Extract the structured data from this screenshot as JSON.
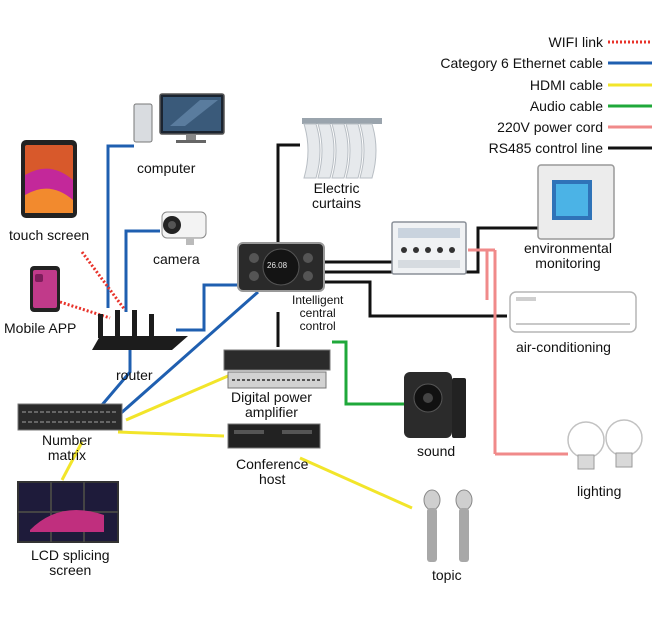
{
  "legend": [
    {
      "label": "WIFI link",
      "color": "#e8322a",
      "style": "dotted"
    },
    {
      "label": "Category 6 Ethernet cable",
      "color": "#1f5fb0",
      "style": "solid"
    },
    {
      "label": "HDMI cable",
      "color": "#f2e52a",
      "style": "solid"
    },
    {
      "label": "Audio cable",
      "color": "#1fa83a",
      "style": "solid"
    },
    {
      "label": "220V power cord",
      "color": "#f08a8a",
      "style": "solid"
    },
    {
      "label": "RS485 control line",
      "color": "#111111",
      "style": "solid"
    }
  ],
  "nodes": {
    "computer": "computer",
    "touch_screen": "touch screen",
    "camera": "camera",
    "mobile_app": "Mobile APP",
    "router": "router",
    "electric_curtains_1": "Electric",
    "electric_curtains_2": "curtains",
    "central_control_1": "Intelligent",
    "central_control_2": "central",
    "central_control_3": "control",
    "environmental_monitoring_1": "environmental",
    "environmental_monitoring_2": "monitoring",
    "air_conditioning": "air-conditioning",
    "digital_power_amplifier_1": "Digital power",
    "digital_power_amplifier_2": "amplifier",
    "number_matrix_1": "Number",
    "number_matrix_2": "matrix",
    "sound": "sound",
    "conference_host_1": "Conference",
    "conference_host_2": "host",
    "lighting": "lighting",
    "lcd_splicing_screen_1": "LCD splicing",
    "lcd_splicing_screen_2": "screen",
    "topic": "topic"
  },
  "device_text": {
    "control_panel_display": "26.08"
  }
}
